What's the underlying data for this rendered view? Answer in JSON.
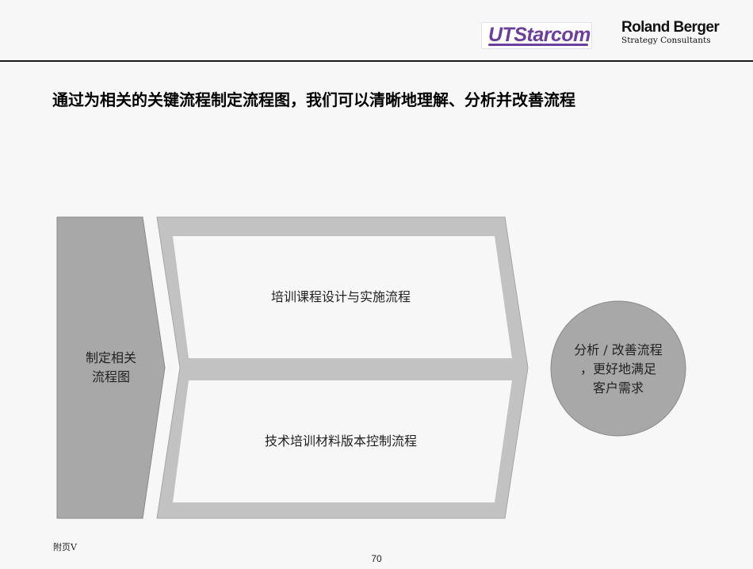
{
  "header": {
    "logo_ut": "UTStarcom",
    "logo_rb_name": "Roland Berger",
    "logo_rb_sub": "Strategy Consultants"
  },
  "title": "通过为相关的关键流程制定流程图，我们可以清晰地理解、分析并改善流程",
  "diagram": {
    "left_box": {
      "line1": "制定相关",
      "line2": "流程图"
    },
    "upper_process": "培训课程设计与实施流程",
    "lower_process": "技术培训材料版本控制流程",
    "circle": {
      "line1": "分析 / 改善流程",
      "line2": "，更好地满足",
      "line3": "客户需求"
    }
  },
  "colors": {
    "shape_fill": "#a8a8a8",
    "frame_fill": "#c2c2c2",
    "inner_fill": "#f7f7f7"
  },
  "footer": {
    "footnote": "附页Ⅴ",
    "page_number": "70"
  }
}
